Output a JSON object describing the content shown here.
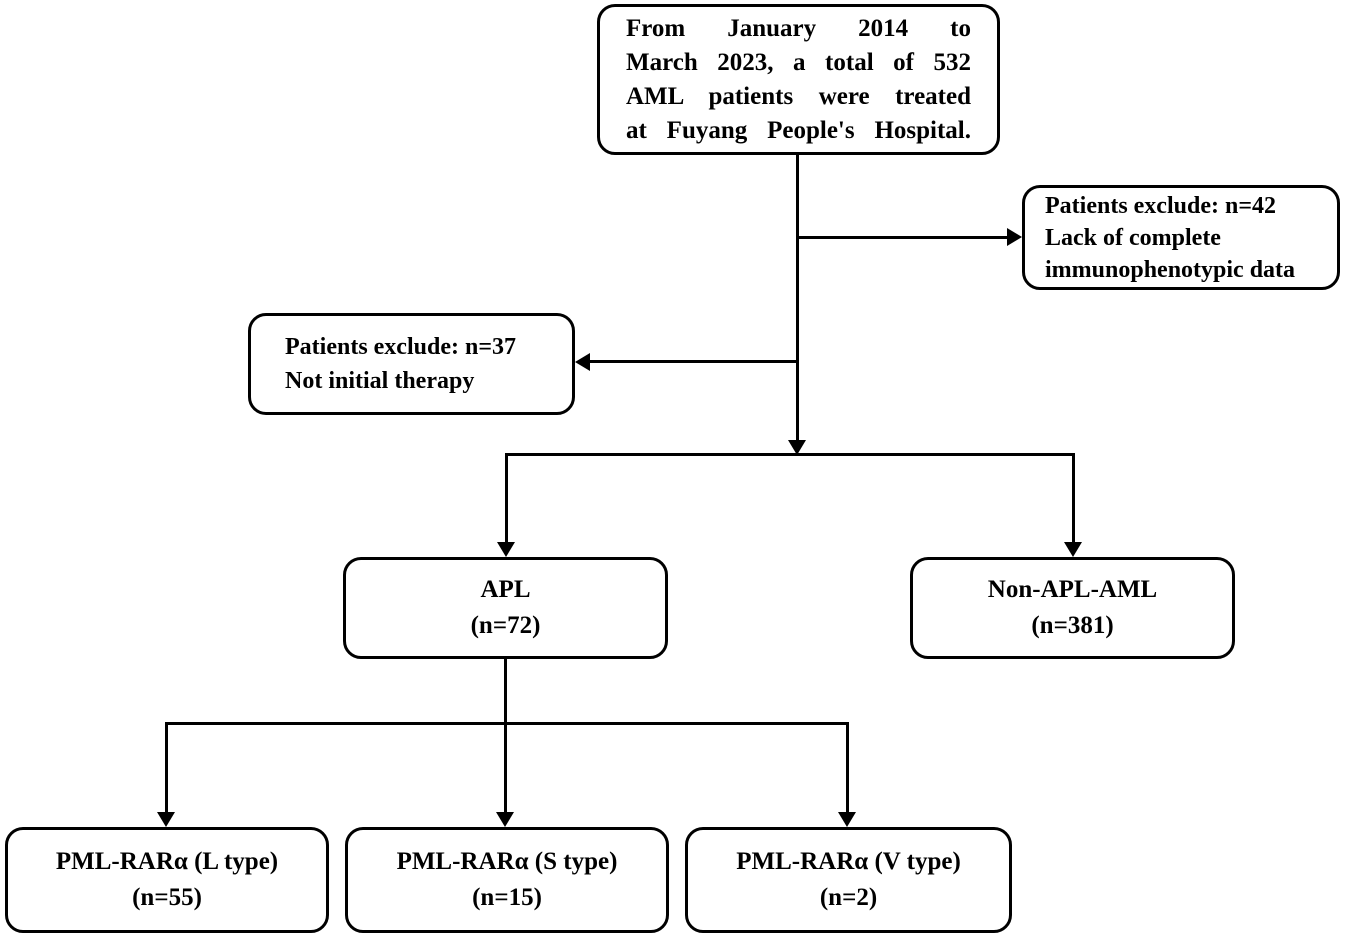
{
  "figure": {
    "type": "patient-selection-flowchart",
    "background_color": "#ffffff",
    "line_color": "#000000",
    "text_color": "#000000"
  },
  "boxes": {
    "source": {
      "lines": [
        "From January 2014 to",
        "March 2023, a total of 532",
        "AML patients were treated",
        "at Fuyang People's Hospital."
      ]
    },
    "exclude_right": {
      "lines": [
        "Patients exclude: n=42",
        "Lack of complete",
        "immunophenotypic data"
      ]
    },
    "exclude_left": {
      "lines": [
        "Patients exclude: n=37",
        "Not initial therapy"
      ]
    },
    "apl": {
      "lines": [
        "APL",
        "(n=72)"
      ]
    },
    "non_apl": {
      "lines": [
        "Non-APL-AML",
        "(n=381)"
      ]
    },
    "pml_l": {
      "lines": [
        "PML-RARα (L type)",
        "(n=55)"
      ]
    },
    "pml_s": {
      "lines": [
        "PML-RARα (S type)",
        "(n=15)"
      ]
    },
    "pml_v": {
      "lines": [
        "PML-RARα (V type)",
        "(n=2)"
      ]
    }
  }
}
